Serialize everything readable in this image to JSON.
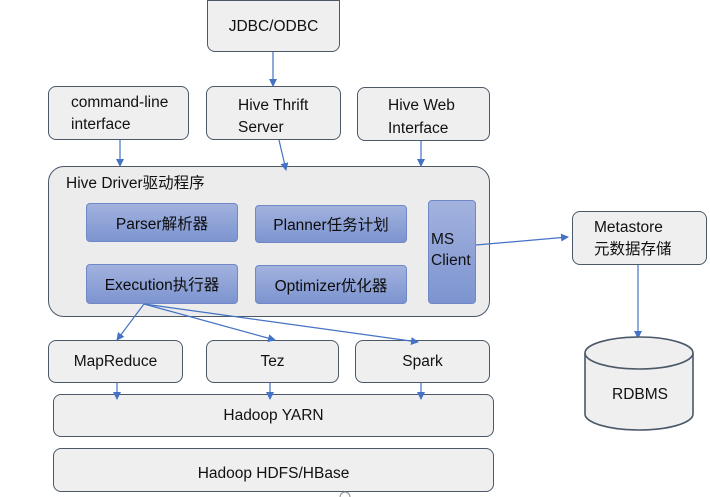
{
  "nodes": {
    "jdbc": "JDBC/ODBC",
    "cli": [
      "command-line",
      "interface"
    ],
    "thrift": [
      "Hive Thrift",
      "Server"
    ],
    "web": [
      "Hive Web",
      "Interface"
    ],
    "driver": "Hive Driver驱动程序",
    "parser": "Parser解析器",
    "planner": "Planner任务计划",
    "execution": "Execution执行器",
    "optimizer": "Optimizer优化器",
    "ms_client": [
      "MS",
      "Client"
    ],
    "metastore": [
      "Metastore",
      "元数据存储"
    ],
    "rdbms": "RDBMS",
    "mapreduce": "MapReduce",
    "tez": "Tez",
    "spark": "Spark",
    "yarn": "Hadoop YARN",
    "hdfs": "Hadoop HDFS/HBase"
  },
  "colors": {
    "arrow": "#4472c4",
    "box_fill": "#efefef",
    "box_border": "#4a5868",
    "inner_fill": "#8ea2d8"
  }
}
